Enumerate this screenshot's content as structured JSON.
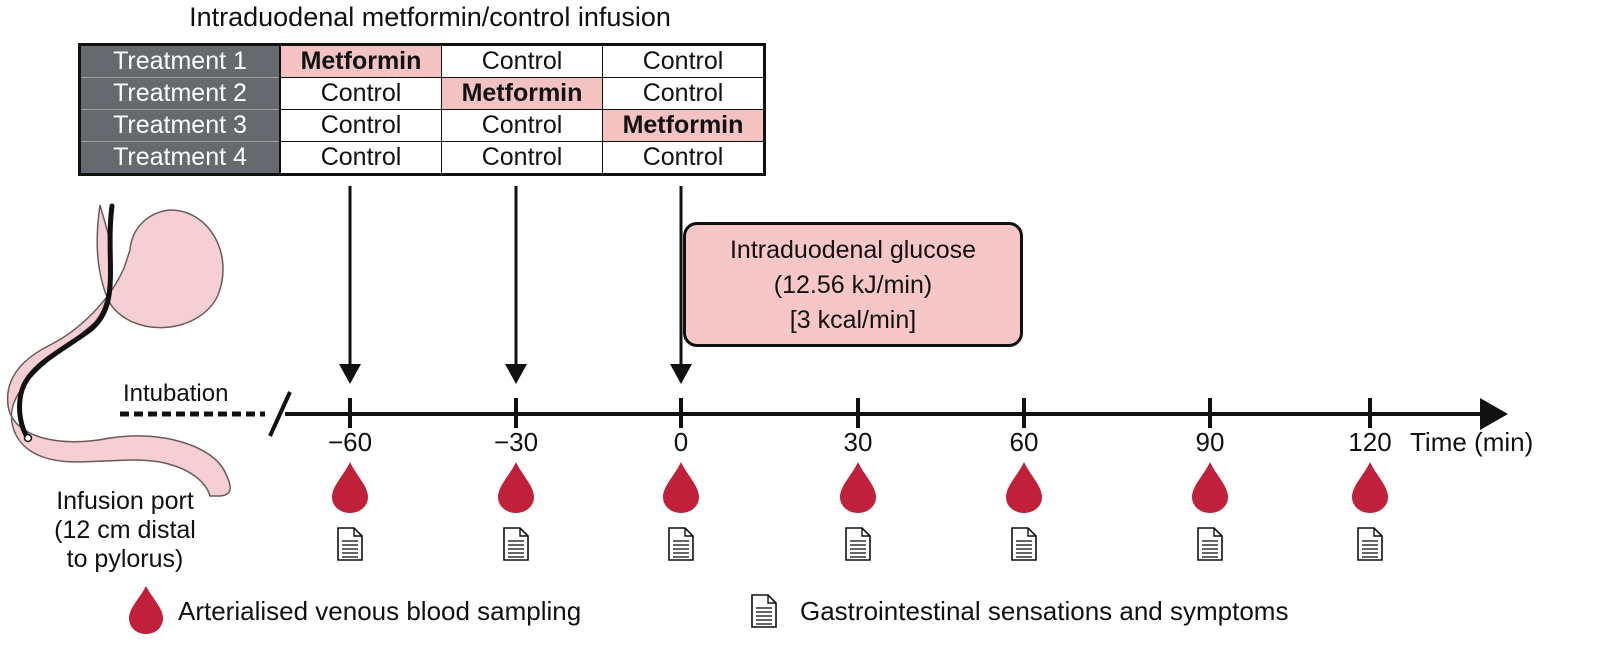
{
  "title": "Intraduodenal metformin/control infusion",
  "schedule": {
    "rows": [
      {
        "label": "Treatment 1",
        "cells": [
          "Metformin",
          "Control",
          "Control"
        ]
      },
      {
        "label": "Treatment 2",
        "cells": [
          "Control",
          "Metformin",
          "Control"
        ]
      },
      {
        "label": "Treatment 3",
        "cells": [
          "Control",
          "Control",
          "Metformin"
        ]
      },
      {
        "label": "Treatment 4",
        "cells": [
          "Control",
          "Control",
          "Control"
        ]
      }
    ],
    "highlight_value": "Metformin"
  },
  "glucose_box": {
    "line1": "Intraduodenal glucose",
    "line2": "(12.56 kJ/min)",
    "line3": "[3 kcal/min]"
  },
  "timeline": {
    "ticks": [
      "−60",
      "−30",
      "0",
      "30",
      "60",
      "90",
      "120"
    ],
    "axis_label": "Time (min)",
    "intubation_label": "Intubation"
  },
  "infusion_port": {
    "line1": "Infusion port",
    "line2": "(12 cm distal",
    "line3": "to pylorus)"
  },
  "legend": {
    "blood": "Arterialised venous blood sampling",
    "symptoms": "Gastrointestinal sensations and symptoms"
  },
  "colors": {
    "highlight_fill": "#f5c2c2",
    "glucose_fill": "#f7c7c7",
    "blood_drop": "#c0203a",
    "header_fill": "#666a6e",
    "stomach_fill": "#f5cfd3"
  },
  "icons": {
    "blood": "blood-drop-icon",
    "symptoms": "document-icon",
    "anatomy": "stomach-icon"
  }
}
